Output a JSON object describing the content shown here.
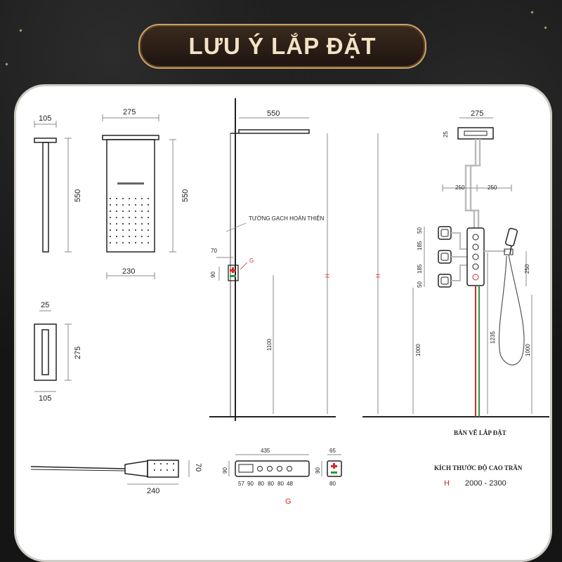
{
  "title": "LƯU Ý LẮP ĐẶT",
  "rain_head_side": {
    "width": "105",
    "height": "550"
  },
  "rain_head_front": {
    "width_top": "275",
    "width_bottom": "230",
    "height": "550"
  },
  "waterfall": {
    "width": "25",
    "height": "275",
    "depth": "105"
  },
  "hand_shower": {
    "length": "240",
    "height": "70"
  },
  "side_view": {
    "arm_length": "550",
    "wall_label": "TƯỜNG GẠCH HOÀN THIỆN",
    "box_offset": "70",
    "box_height": "90",
    "g_label": "G",
    "outlet_height": "1100",
    "h_label": "H"
  },
  "front_view": {
    "head_width": "275",
    "head_depth": "25",
    "left_offset": "250",
    "right_offset": "250",
    "spacings": [
      "50",
      "185",
      "185",
      "50"
    ],
    "hand_height": "250",
    "h_label": "H",
    "valve_height": "1000",
    "mid_height": "1235",
    "right_height": "1000",
    "drawing_label": "BẢN VẼ LẮP ĐẶT"
  },
  "valve_plate": {
    "total": "435",
    "height": "90",
    "segments": [
      "57",
      "90",
      "80",
      "80",
      "80",
      "48"
    ],
    "g_label": "G"
  },
  "small_box": {
    "width": "65",
    "height": "90",
    "bottom": "80"
  },
  "ceiling": {
    "heading": "KÍCH THƯỚC ĐỘ CAO TRẦN",
    "h_label": "H",
    "range": "2000 - 2300"
  },
  "colors": {
    "accent_red": "#d42a2a",
    "gold": "#c9a46a",
    "line": "#222222",
    "dim": "#888888"
  }
}
